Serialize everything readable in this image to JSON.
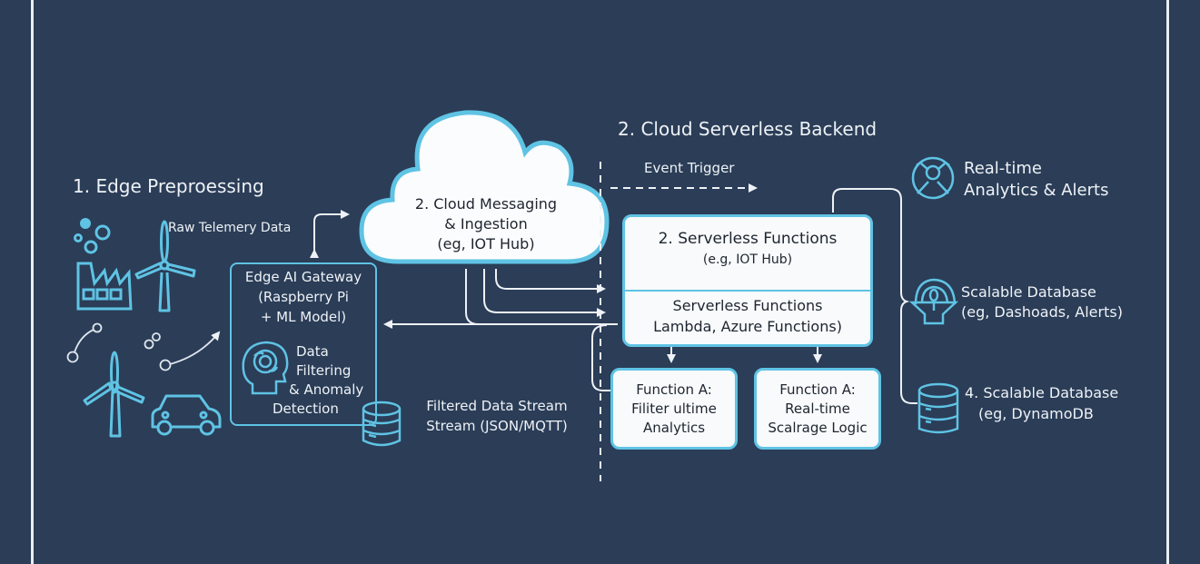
{
  "sections": {
    "edge_title": "1. Edge Preproessing",
    "cloud_title": "2. Cloud Serverless Backend"
  },
  "edge": {
    "raw_data_label": "Raw Telemery Data",
    "gateway": {
      "line1": "Edge AI Gateway",
      "line2": "(Raspberry Pi",
      "line3": "+ ML Model)",
      "proc1": "Data",
      "proc2": "Filtering",
      "proc3": "& Anomaly",
      "proc4": "Detection"
    },
    "stream_label1": "Filtered Data Stream",
    "stream_label2": "Stream (JSON/MQTT)"
  },
  "cloud": {
    "messaging": {
      "line1": "2. Cloud Messaging",
      "line2": "& Ingestion",
      "line3": "(eg, IOT Hub)"
    },
    "event_trigger": "Event Trigger",
    "serverless": {
      "title": "2. Serverless Functions",
      "subtitle": "(e.g, IOT Hub)",
      "body1": "Serverless Functions",
      "body2": "Lambda, Azure Functions)"
    },
    "function_a": {
      "line1": "Function A:",
      "line2": "Filiter ultime",
      "line3": "Analytics"
    },
    "function_b": {
      "line1": "Function A:",
      "line2": "Real-time",
      "line3": "Scalrage Logic"
    }
  },
  "outputs": [
    {
      "icon": "analytics-alert-icon",
      "line1": "Real-time",
      "line2": "Analytics & Alerts"
    },
    {
      "icon": "dashboard-icon",
      "line1": "Scalable Database",
      "line2": "(eg, Dashoads, Alerts)"
    },
    {
      "icon": "database-icon",
      "line1": "4. Scalable Database",
      "line2": "(eg, DynamoDB"
    }
  ],
  "colors": {
    "background": "#2b3d57",
    "accent": "#5fc3e4",
    "line": "#e9edf2",
    "box_fill": "#f8fafc"
  }
}
